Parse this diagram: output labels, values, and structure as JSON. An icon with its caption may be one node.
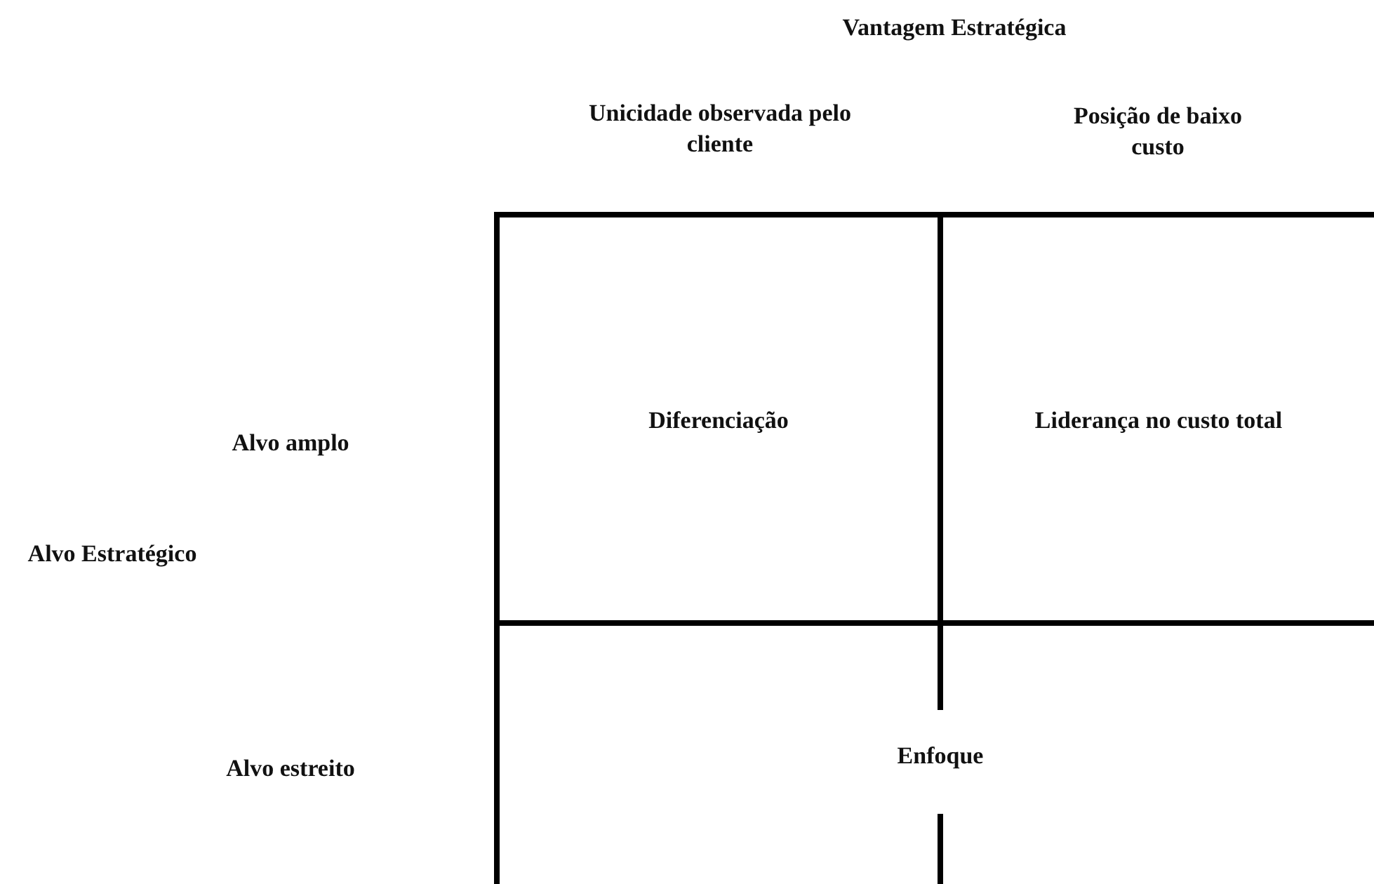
{
  "diagram": {
    "nodes": [
      {
        "text": [
          "Diferenciação"
        ]
      },
      {
        "text": [
          "Liderança no custo total"
        ]
      },
      {
        "text": [
          "Enfoque"
        ]
      }
    ],
    "labels": [
      "Vantagem Estratégica",
      "Unicidade observada pelo cliente",
      "Posição de baixo custo",
      "Alvo amplo",
      "Alvo Estratégico",
      "Alvo estreito"
    ]
  }
}
